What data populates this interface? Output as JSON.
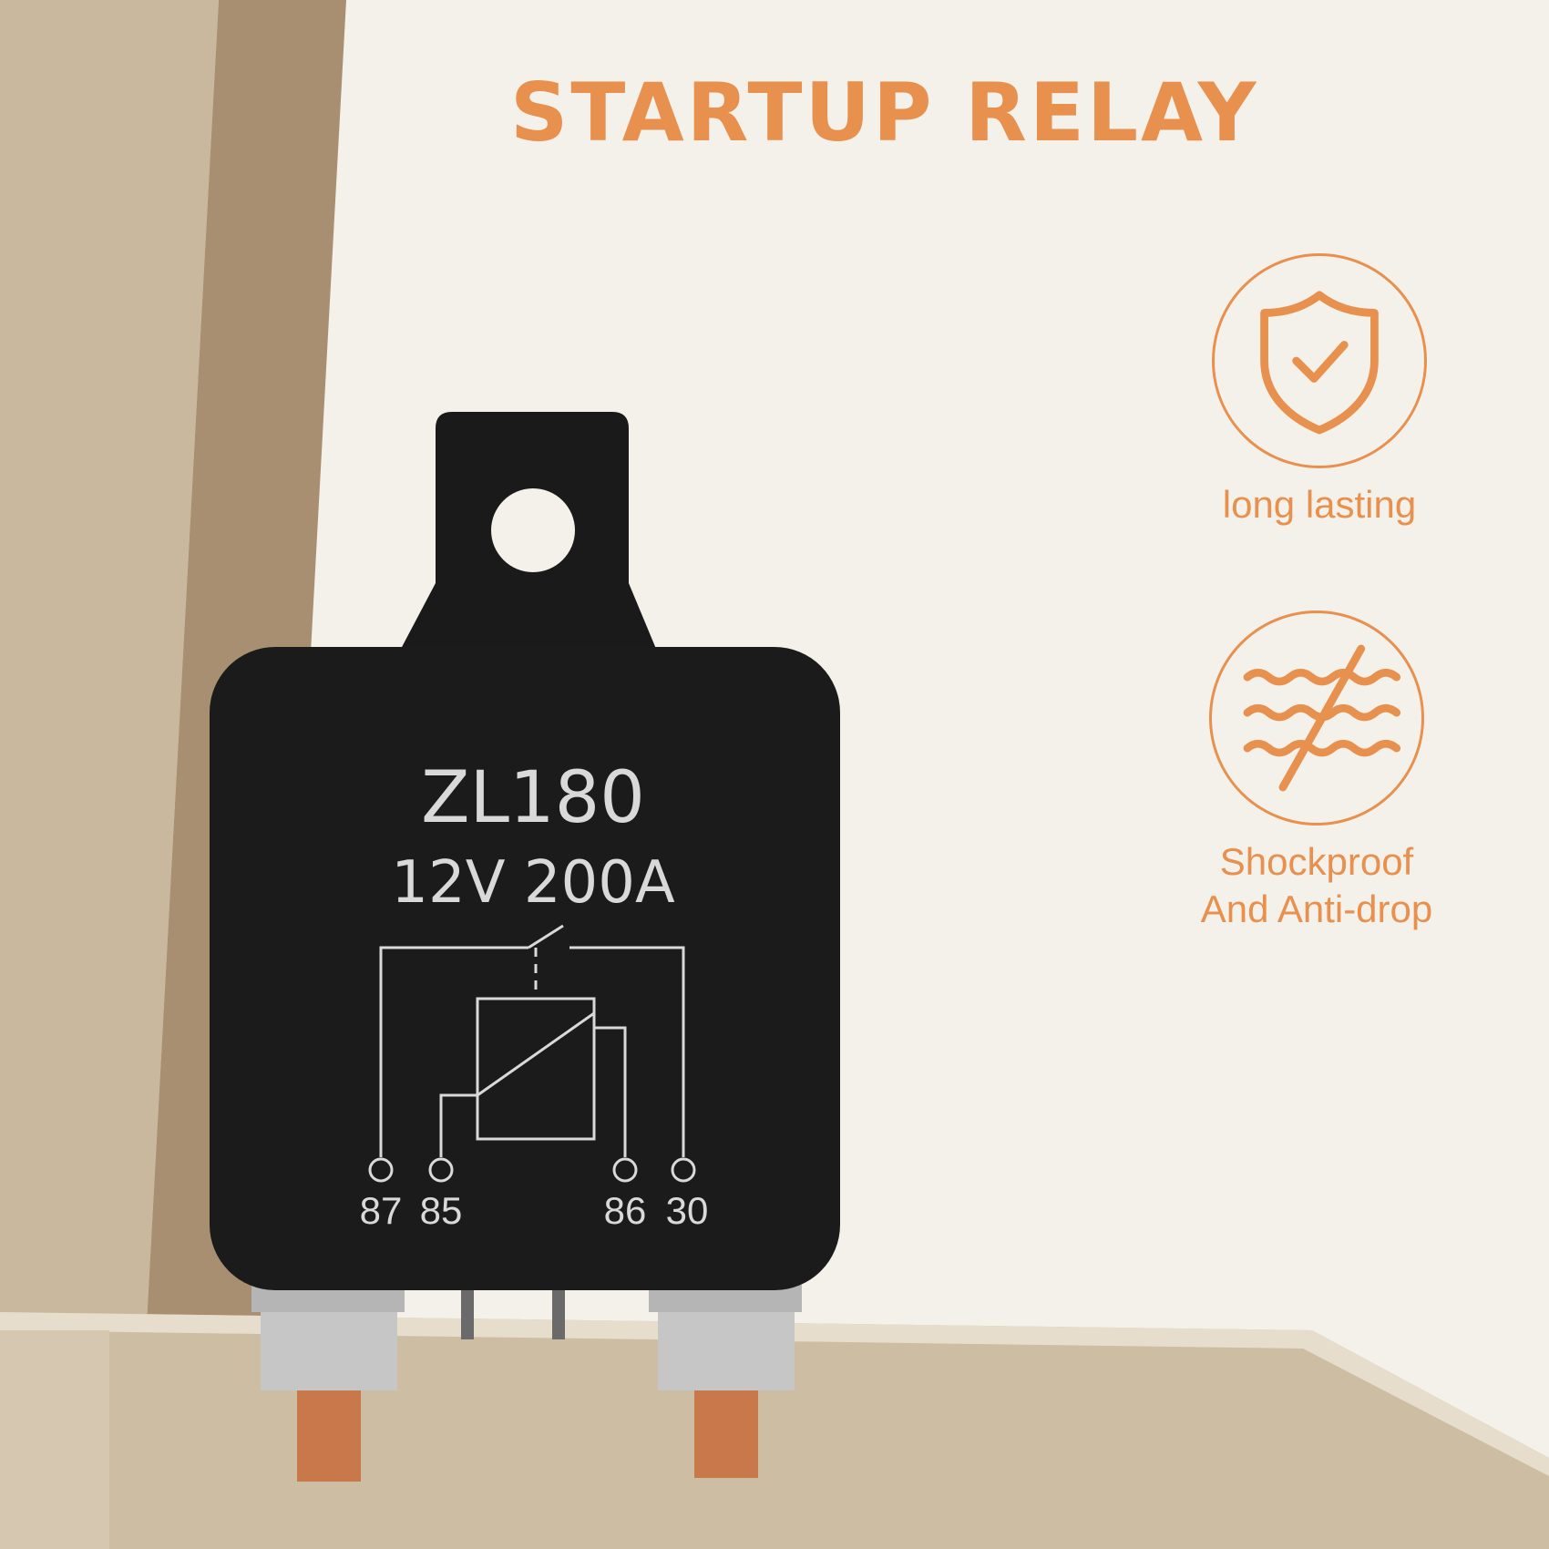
{
  "header": {
    "title": "STARTUP RELAY"
  },
  "features": [
    {
      "label": "long lasting",
      "icon": "shield-check-icon"
    },
    {
      "label_line1": "Shockproof",
      "label_line2": "And Anti-drop",
      "icon": "wave-strike-icon"
    }
  ],
  "relay": {
    "model": "ZL180",
    "rating": "12V 200A",
    "pins": [
      "87",
      "85",
      "86",
      "30"
    ]
  },
  "colors": {
    "accent": "#e8904d",
    "background": "#f4f1eb",
    "shelf": "#cdbda3",
    "panel": "#a89276",
    "relay_body": "#1b1b1b"
  }
}
